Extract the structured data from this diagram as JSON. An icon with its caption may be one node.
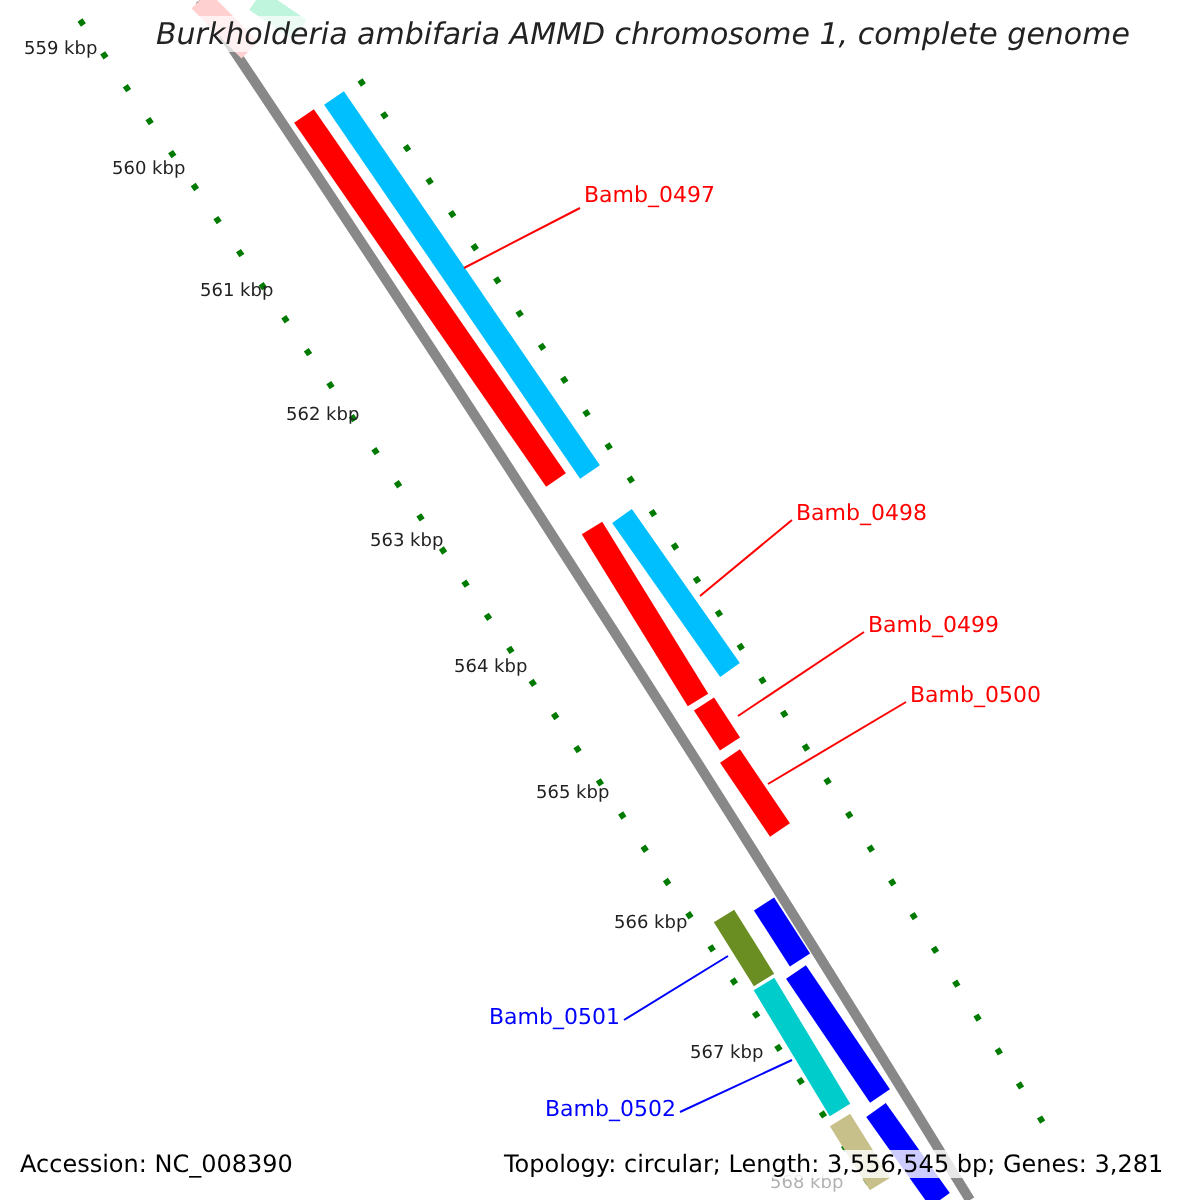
{
  "diagram": {
    "title": "Burkholderia ambifaria AMMD chromosome 1, complete genome",
    "nodes": [
      {
        "text": [
          "Bamb_0497"
        ]
      },
      {
        "text": [
          "Bamb_0498"
        ]
      },
      {
        "text": [
          "Bamb_0499"
        ]
      },
      {
        "text": [
          "Bamb_0500"
        ]
      },
      {
        "text": [
          "Bamb_0501"
        ]
      },
      {
        "text": [
          "Bamb_0502"
        ]
      },
      {
        "text": [],
        "shape": "bar"
      },
      {
        "text": [],
        "shape": "bar"
      },
      {
        "text": [],
        "shape": "bar"
      },
      {
        "text": [],
        "shape": "bar"
      },
      {
        "text": [],
        "shape": "bar"
      },
      {
        "text": [],
        "shape": "bar"
      }
    ],
    "edges": [
      {
        "from": 0,
        "to": 6,
        "arrow": "none"
      },
      {
        "from": 1,
        "to": 7,
        "arrow": "none"
      },
      {
        "from": 2,
        "to": 8,
        "arrow": "none"
      },
      {
        "from": 3,
        "to": 9,
        "arrow": "none"
      },
      {
        "from": 4,
        "to": 10,
        "arrow": "none",
        "color": "#0000ff"
      },
      {
        "from": 5,
        "to": 11,
        "arrow": "none",
        "color": "#0000ff"
      }
    ],
    "labels": [
      "559 kbp",
      "560 kbp",
      "561 kbp",
      "562 kbp",
      "563 kbp",
      "564 kbp",
      "565 kbp",
      "566 kbp",
      "567 kbp",
      "568 kbp",
      "Accession: NC_008390",
      "Topology: circular; Length: 3,556,545 bp; Genes: 3,281"
    ]
  }
}
